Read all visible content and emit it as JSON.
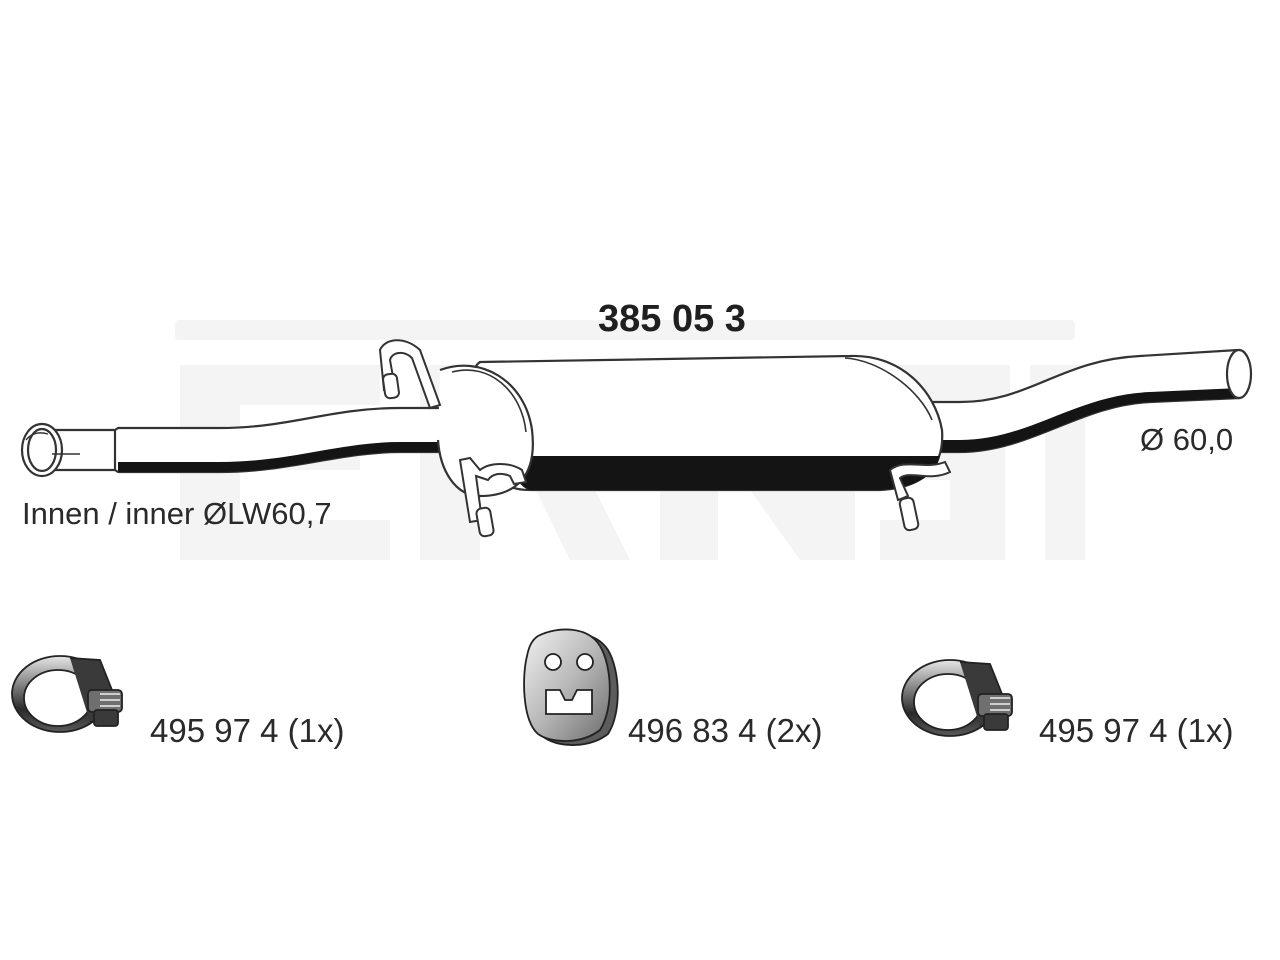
{
  "part": {
    "number": "385 05 3",
    "inner_diameter_label": "Innen / inner ØLW60,7",
    "outer_diameter_label": "Ø 60,0",
    "watermark_text": "ERNST"
  },
  "accessories": [
    {
      "icon": "pipe-clamp-icon",
      "label": "495 97 4 (1x)"
    },
    {
      "icon": "rubber-hanger-icon",
      "label": "496 83 4 (2x)"
    },
    {
      "icon": "pipe-clamp-icon",
      "label": "495 97 4 (1x)"
    }
  ],
  "colors": {
    "line": "#333333",
    "shadow": "#141414",
    "watermark": "#f3f3f3",
    "text": "#222222"
  }
}
